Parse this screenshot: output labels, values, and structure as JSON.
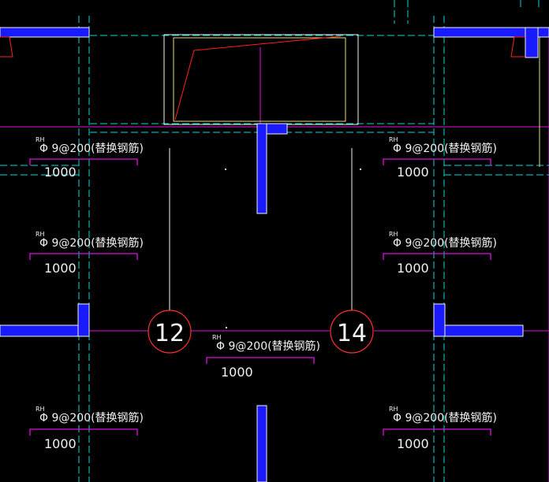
{
  "colors": {
    "background": "#000000",
    "wall_fill": "#1a1aff",
    "cyan_dashed": "#00d8d8",
    "magenta": "#e010e0",
    "red": "#ff2020",
    "yellow": "#e8e070",
    "white": "#f2f2f2",
    "axis_circle": "#ff3030"
  },
  "axes": [
    {
      "id": "axis-12",
      "label": "12"
    },
    {
      "id": "axis-14",
      "label": "14"
    }
  ],
  "rebar_labels": [
    {
      "id": "rebar-label-1",
      "sup": "RH",
      "spec": "Φ 9@200(替换钢筋)",
      "length": "1000"
    },
    {
      "id": "rebar-label-2",
      "sup": "RH",
      "spec": "Φ 9@200(替换钢筋)",
      "length": "1000"
    },
    {
      "id": "rebar-label-3",
      "sup": "RH",
      "spec": "Φ 9@200(替换钢筋)",
      "length": "1000"
    },
    {
      "id": "rebar-label-4",
      "sup": "RH",
      "spec": "Φ 9@200(替换钢筋)",
      "length": "1000"
    },
    {
      "id": "rebar-label-5",
      "sup": "RH",
      "spec": "Φ 9@200(替换钢筋)",
      "length": "1000"
    },
    {
      "id": "rebar-label-6",
      "sup": "RH",
      "spec": "Φ 9@200(替换钢筋)",
      "length": "1000"
    },
    {
      "id": "rebar-label-7",
      "sup": "RH",
      "spec": "Φ 9@200(替换钢筋)",
      "length": "1000"
    }
  ]
}
